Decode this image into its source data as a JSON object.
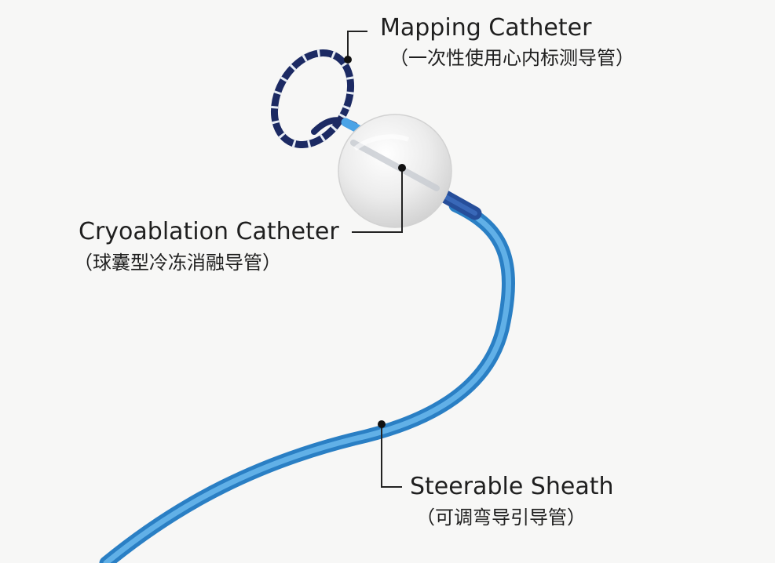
{
  "labels": {
    "mapping": {
      "en": "Mapping Catheter",
      "zh": "（一次性使用心内标测导管）"
    },
    "cryo": {
      "en": "Cryoablation Catheter",
      "zh": "（球囊型冷冻消融导管）"
    },
    "sheath": {
      "en": "Steerable Sheath",
      "zh": "（可调弯导引导管）"
    }
  },
  "colors": {
    "background": "#f7f7f6",
    "sheath": "#3a96dc",
    "sheath_dark": "#264e9a",
    "loop": "#1c2a63",
    "balloon": "#e9e9e9",
    "leader": "#222222"
  }
}
